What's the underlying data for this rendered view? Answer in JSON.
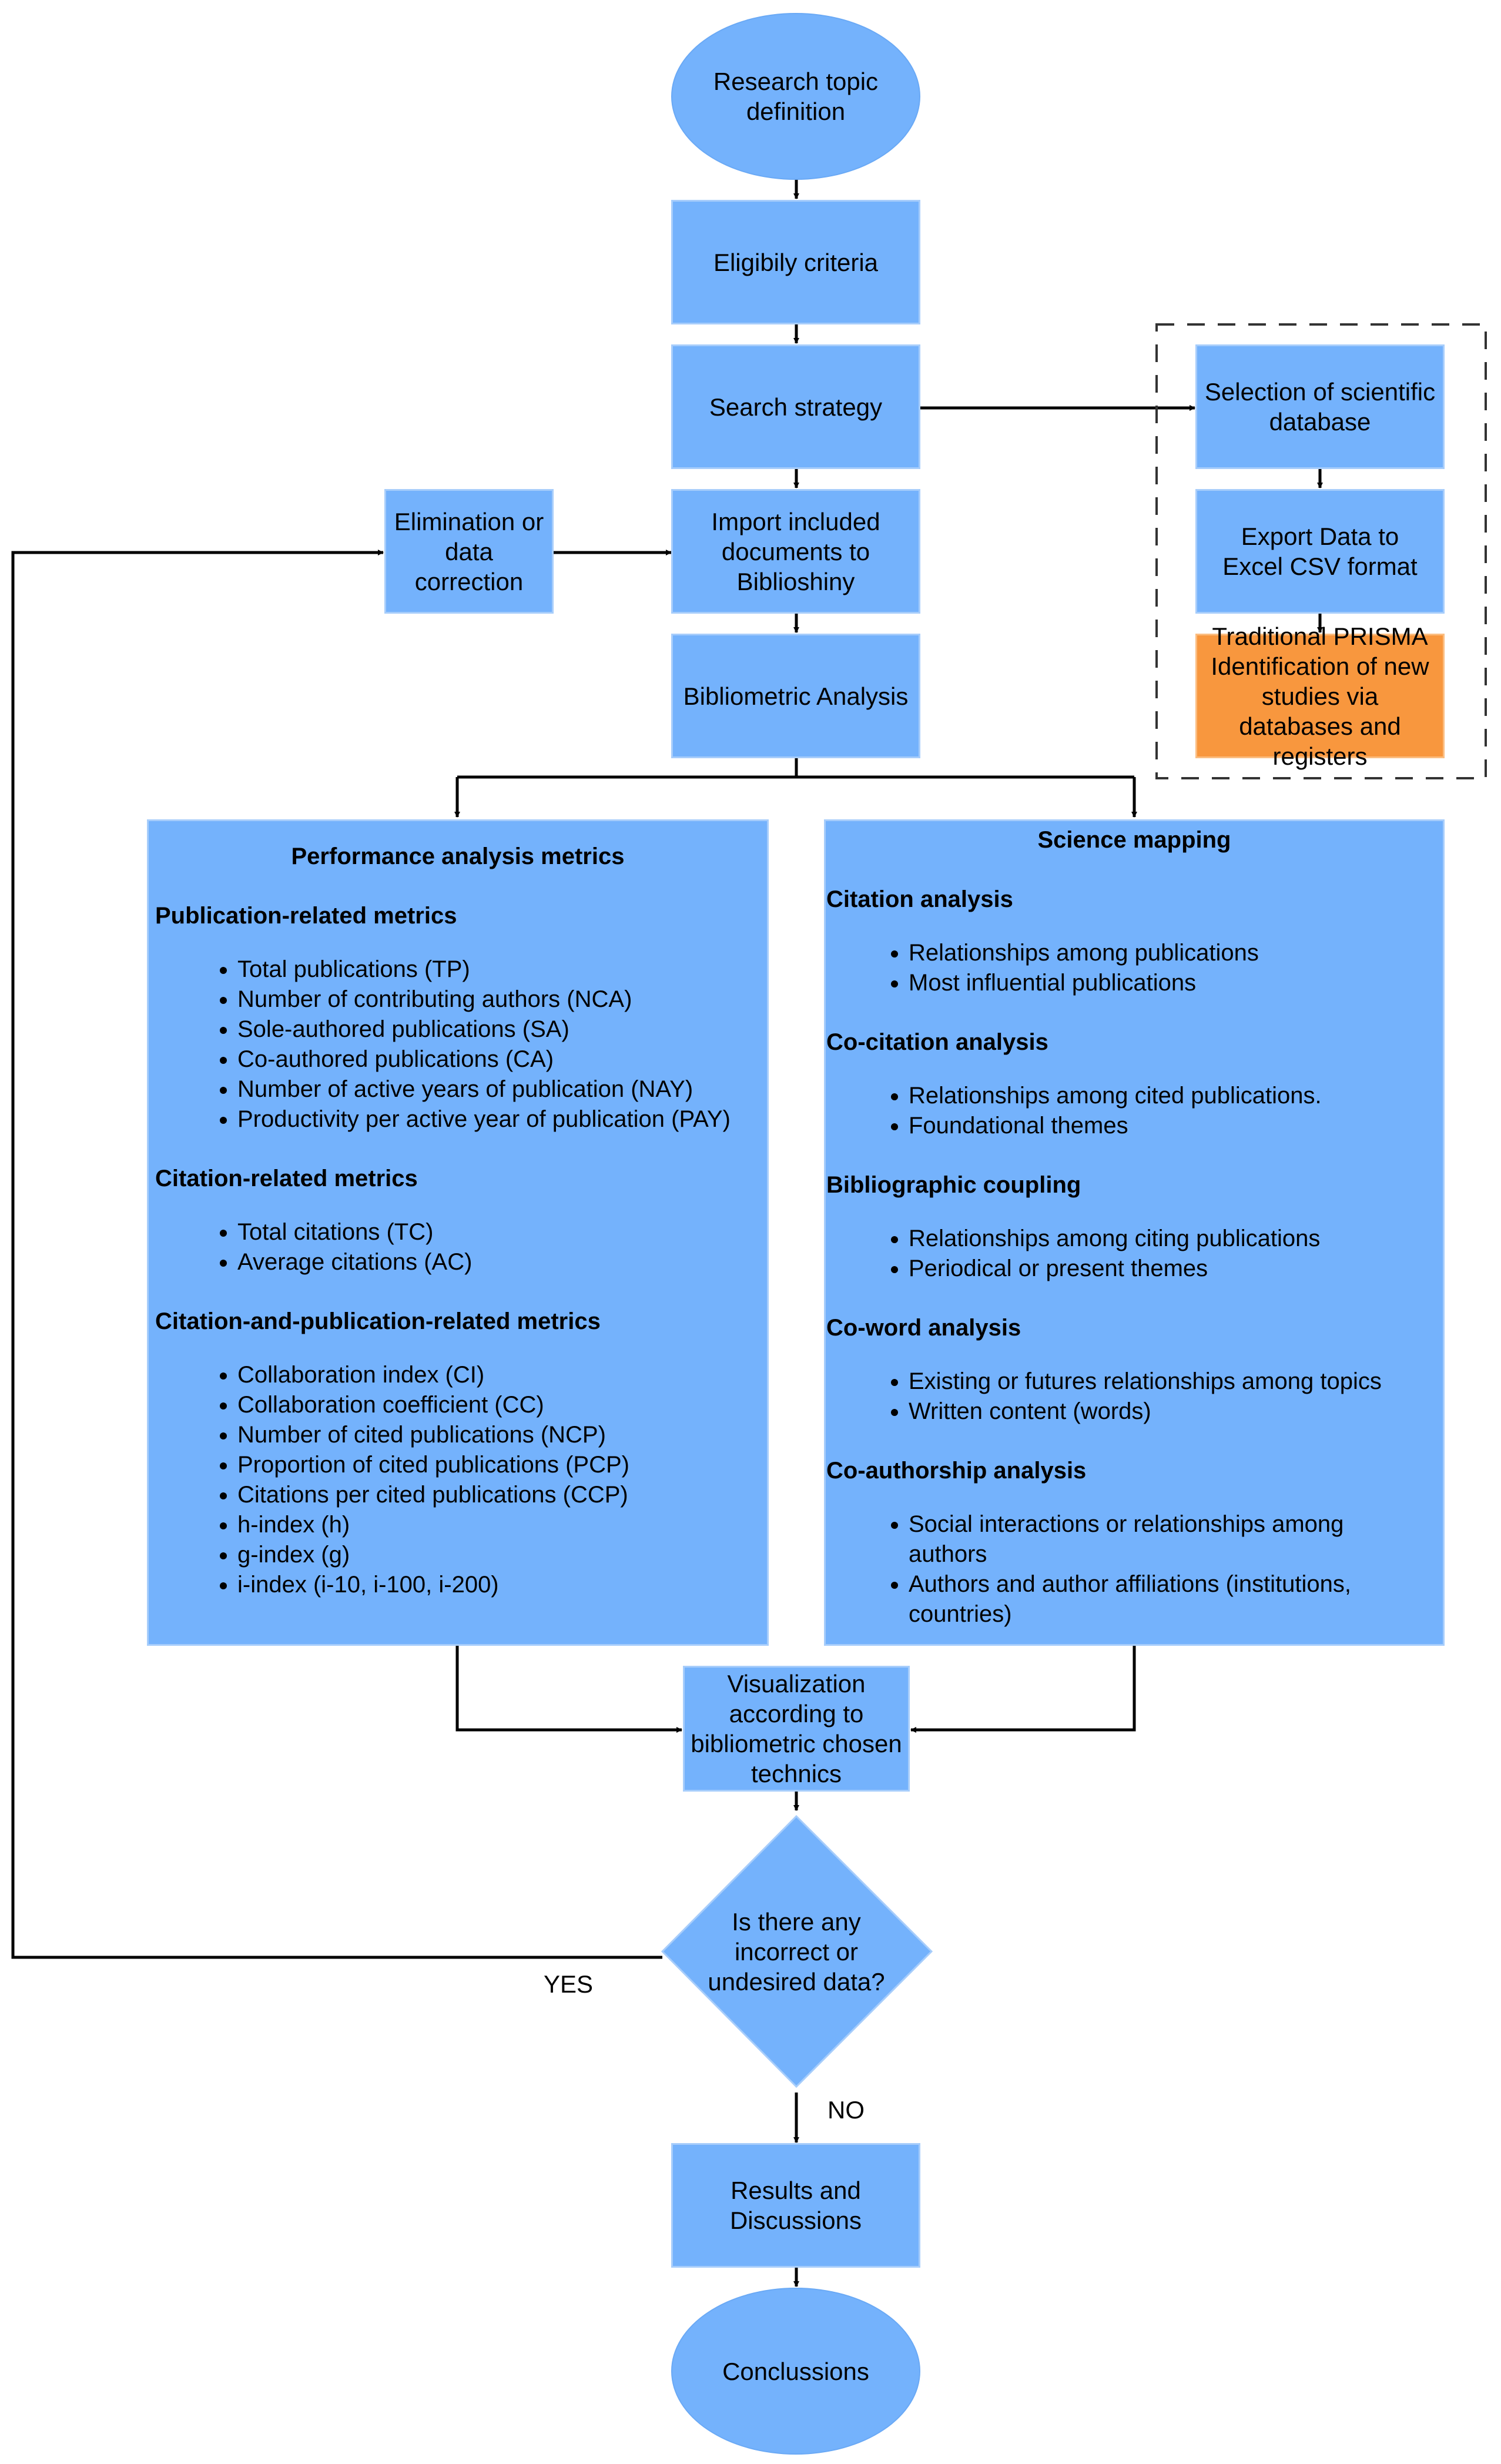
{
  "flow": {
    "research_topic": "Research topic definition",
    "eligibility": "Eligibily criteria",
    "search_strategy": "Search strategy",
    "import_docs": "Import included documents to Biblioshiny",
    "elimination": "Elimination or data correction",
    "bibliometric_analysis": "Bibliometric Analysis",
    "selection_db": "Selection of scientific database",
    "export_data": "Export Data to Excel CSV format",
    "prisma": "Traditional PRISMA Identification of new studies via databases and registers",
    "visualization": "Visualization according to bibliometric chosen technics",
    "decision": "Is there any incorrect or undesired data?",
    "yes_label": "YES",
    "no_label": "NO",
    "results": "Results and Discussions",
    "conclusions": "Conclussions"
  },
  "performance": {
    "title": "Performance analysis metrics",
    "sections": [
      {
        "heading": "Publication-related metrics",
        "items": [
          "Total publications (TP)",
          "Number of contributing authors (NCA)",
          "Sole-authored publications (SA)",
          "Co-authored publications (CA)",
          "Number of active years of publication (NAY)",
          "Productivity per active year of publication (PAY)"
        ]
      },
      {
        "heading": "Citation-related metrics",
        "items": [
          "Total citations (TC)",
          "Average citations (AC)"
        ]
      },
      {
        "heading": "Citation-and-publication-related metrics",
        "items": [
          "Collaboration index (CI)",
          "Collaboration coefficient (CC)",
          "Number of cited publications (NCP)",
          "Proportion of cited publications (PCP)",
          "Citations per cited publications (CCP)",
          "h-index (h)",
          "g-index (g)",
          "i-index (i-10, i-100, i-200)"
        ]
      }
    ]
  },
  "mapping": {
    "title": "Science mapping",
    "sections": [
      {
        "heading": "Citation analysis",
        "items": [
          "Relationships among publications",
          "Most influential publications"
        ]
      },
      {
        "heading": "Co-citation analysis",
        "items": [
          "Relationships among cited publications.",
          "Foundational themes"
        ]
      },
      {
        "heading": "Bibliographic coupling",
        "items": [
          "Relationships among citing publications",
          "Periodical or present themes"
        ]
      },
      {
        "heading": "Co-word analysis",
        "items": [
          "Existing or futures relationships among topics",
          "Written content (words)"
        ]
      },
      {
        "heading": "Co-authorship analysis",
        "items": [
          "Social interactions or relationships among authors",
          "Authors and author affiliations (institutions, countries)"
        ]
      }
    ]
  },
  "colors": {
    "node_fill": "#74b2fc",
    "prisma_fill": "#f8973e",
    "connector": "#000000"
  }
}
